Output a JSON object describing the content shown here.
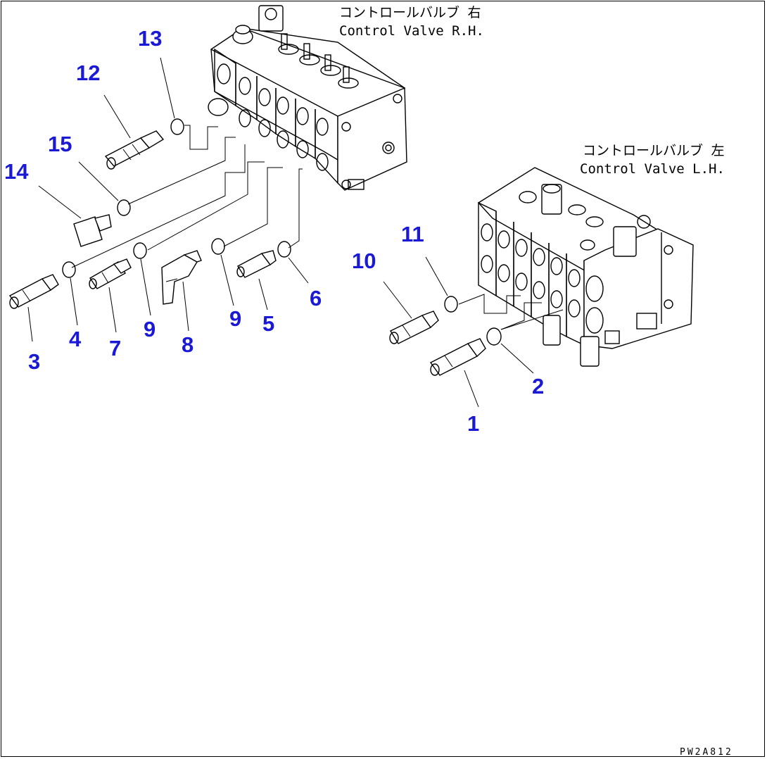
{
  "captions": {
    "rh_jp": "コントロールバルブ 右",
    "rh_en": "Control Valve R.H.",
    "lh_jp": "コントロールバルブ 左",
    "lh_en": "Control Valve L.H."
  },
  "parts": [
    "1",
    "2",
    "3",
    "4",
    "5",
    "6",
    "7",
    "8",
    "9",
    "9",
    "10",
    "11",
    "12",
    "13",
    "14",
    "15"
  ],
  "drawing_code": "PW2A812",
  "colors": {
    "callout": "#1a1ad6",
    "line": "#000000",
    "paper": "#ffffff"
  }
}
